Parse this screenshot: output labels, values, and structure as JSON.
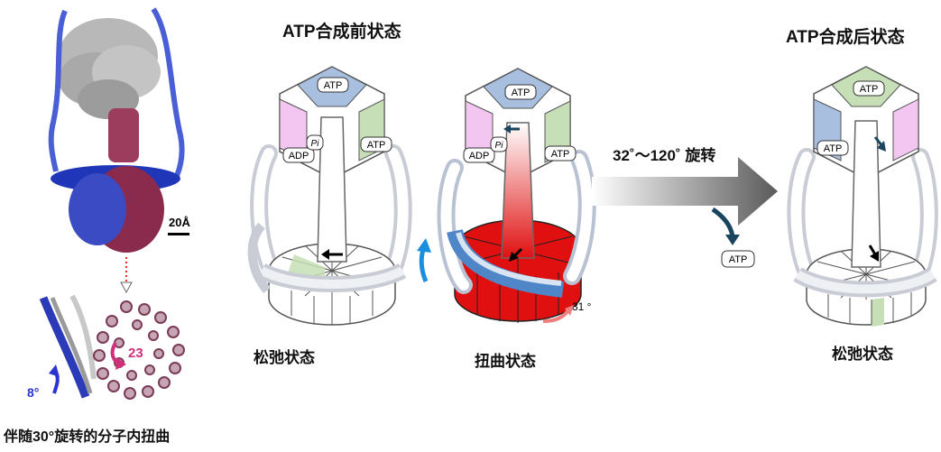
{
  "titles": {
    "before": "ATP合成前状态",
    "after": "ATP合成后状态"
  },
  "states": {
    "relaxed_left": "松弛状态",
    "twisted": "扭曲状态",
    "relaxed_right": "松弛状态"
  },
  "rotation_label": "32˚～120˚ 旋转",
  "caption": "伴随30°旋转的分子内扭曲",
  "scale_bar": "20Å",
  "angles": {
    "small": "8°",
    "medium": "23",
    "large": "31 °"
  },
  "molecules": {
    "atp": "ATP",
    "adp": "ADP",
    "pi": "Pi"
  },
  "colors": {
    "blue_subunit": "#a9bfe0",
    "pink_subunit": "#f2c6f0",
    "green_subunit": "#c6dfb6",
    "rotor_red": "#e01010",
    "arrow_blue": "#1a8fe0",
    "arrow_dark": "#19465e",
    "angle_pink": "#d0307a",
    "angle_blue": "#2a34d0"
  }
}
